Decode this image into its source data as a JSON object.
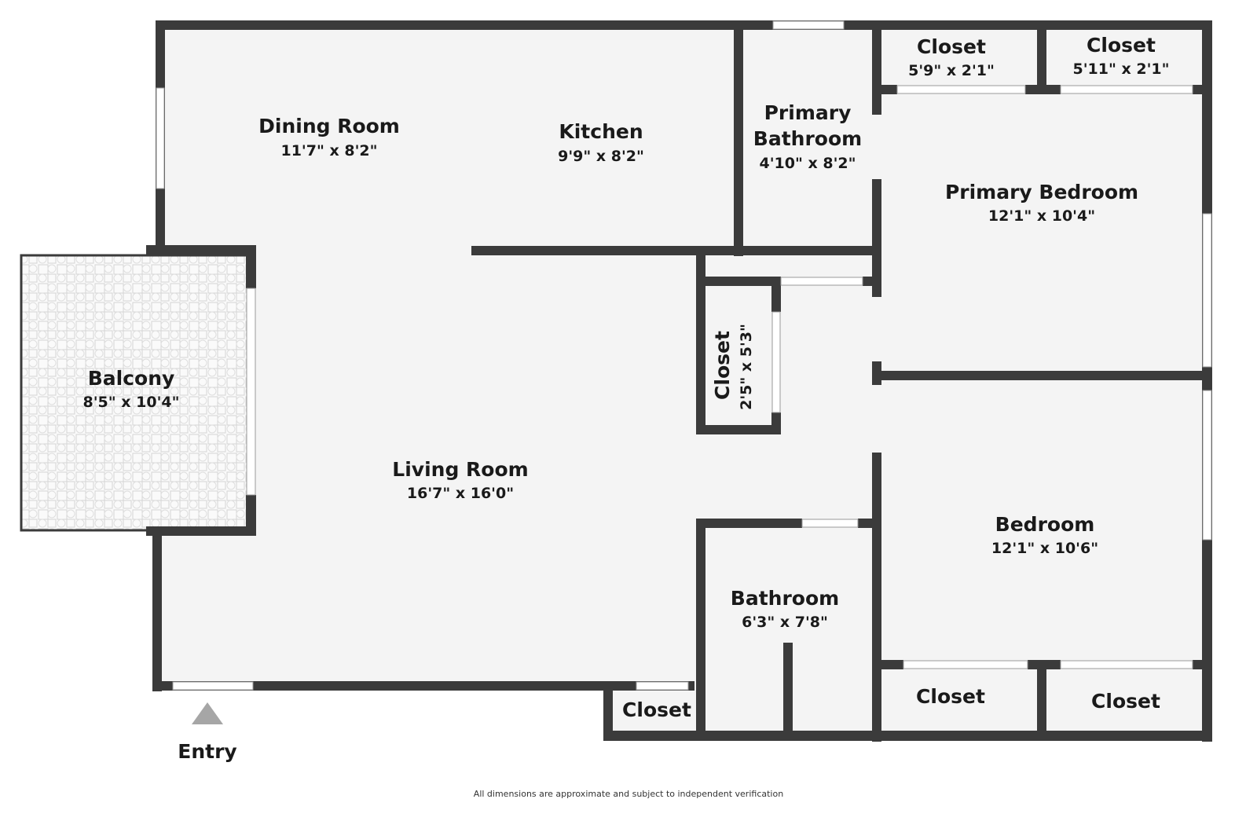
{
  "floorplan": {
    "rooms": {
      "dining_room": {
        "name": "Dining Room",
        "dims": "11'7\" x 8'2\""
      },
      "kitchen": {
        "name": "Kitchen",
        "dims": "9'9\" x 8'2\""
      },
      "primary_bathroom": {
        "name_line1": "Primary",
        "name_line2": "Bathroom",
        "dims": "4'10\" x 8'2\""
      },
      "closet_top_left": {
        "name": "Closet",
        "dims": "5'9\" x 2'1\""
      },
      "closet_top_right": {
        "name": "Closet",
        "dims": "5'11\" x 2'1\""
      },
      "primary_bedroom": {
        "name": "Primary Bedroom",
        "dims": "12'1\" x 10'4\""
      },
      "closet_hall": {
        "name": "Closet",
        "dims": "2'5\" x 5'3\""
      },
      "balcony": {
        "name": "Balcony",
        "dims": "8'5\" x 10'4\""
      },
      "living_room": {
        "name": "Living Room",
        "dims": "16'7\" x 16'0\""
      },
      "bedroom": {
        "name": "Bedroom",
        "dims": "12'1\" x 10'6\""
      },
      "bathroom": {
        "name": "Bathroom",
        "dims": "6'3\" x 7'8\""
      },
      "closet_entry": {
        "name": "Closet"
      },
      "closet_bottom_left": {
        "name": "Closet"
      },
      "closet_bottom_right": {
        "name": "Closet"
      }
    },
    "entry_label": "Entry",
    "entry_icon": "triangle-up-icon",
    "colors": {
      "wall": "#3b3b3b",
      "floor": "#f4f4f4",
      "entry_marker": "#a6a6a6"
    }
  },
  "footer": {
    "disclaimer": "All dimensions are approximate and subject to independent verification"
  }
}
